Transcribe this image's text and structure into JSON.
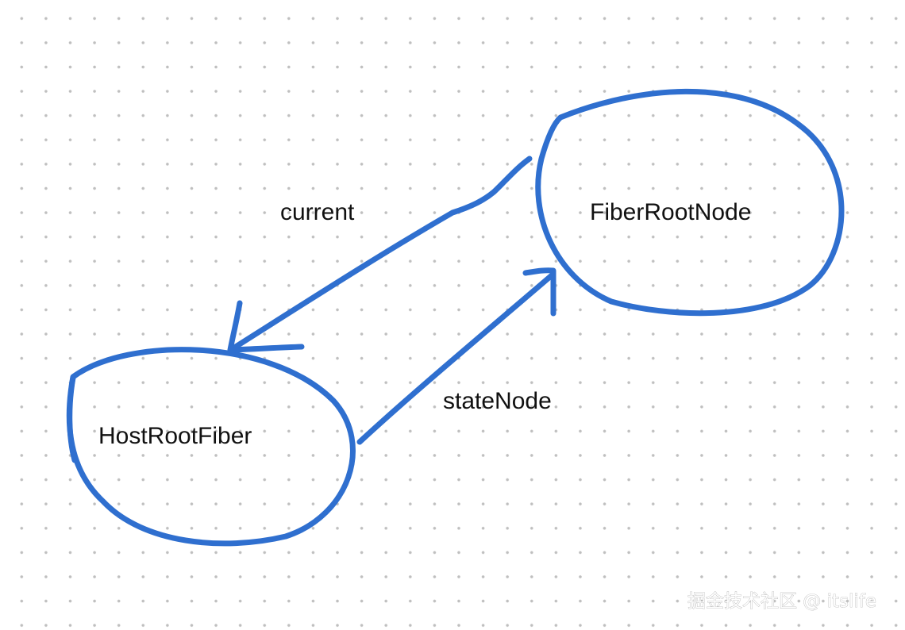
{
  "diagram": {
    "colors": {
      "stroke": "#2f6fcf",
      "text": "#111111",
      "dots": "#bfbfbf"
    },
    "nodes": {
      "fiber_root_node": {
        "label": "FiberRootNode"
      },
      "host_root_fiber": {
        "label": "HostRootFiber"
      }
    },
    "edges": {
      "current": {
        "label": "current",
        "from": "FiberRootNode",
        "to": "HostRootFiber"
      },
      "state_node": {
        "label": "stateNode",
        "from": "HostRootFiber",
        "to": "FiberRootNode"
      }
    },
    "watermark": "掘金技术社区 @ itslife"
  }
}
